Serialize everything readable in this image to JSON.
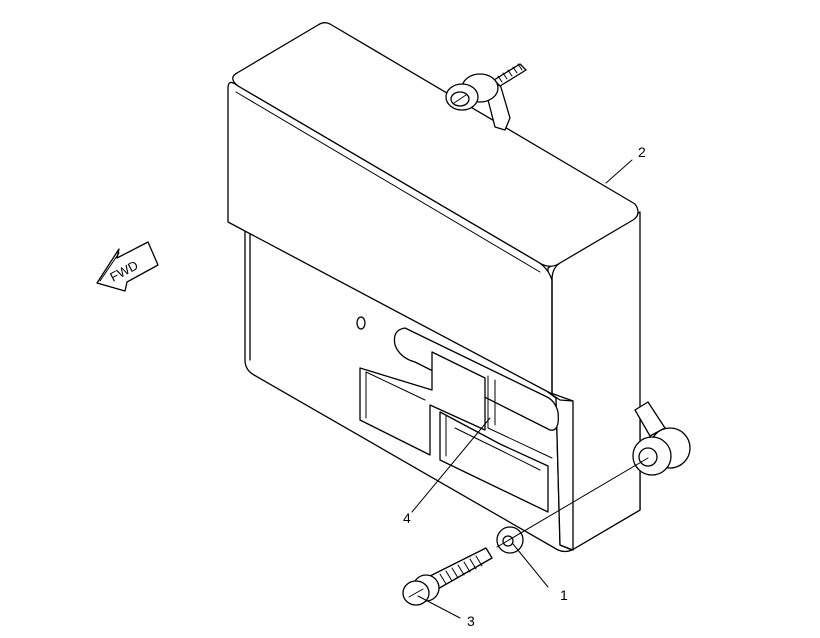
{
  "diagram": {
    "direction_arrow": {
      "label": "FWD"
    },
    "callouts": [
      {
        "id": "1",
        "label": "1"
      },
      {
        "id": "2",
        "label": "2"
      },
      {
        "id": "3",
        "label": "3"
      },
      {
        "id": "4",
        "label": "4"
      }
    ]
  }
}
